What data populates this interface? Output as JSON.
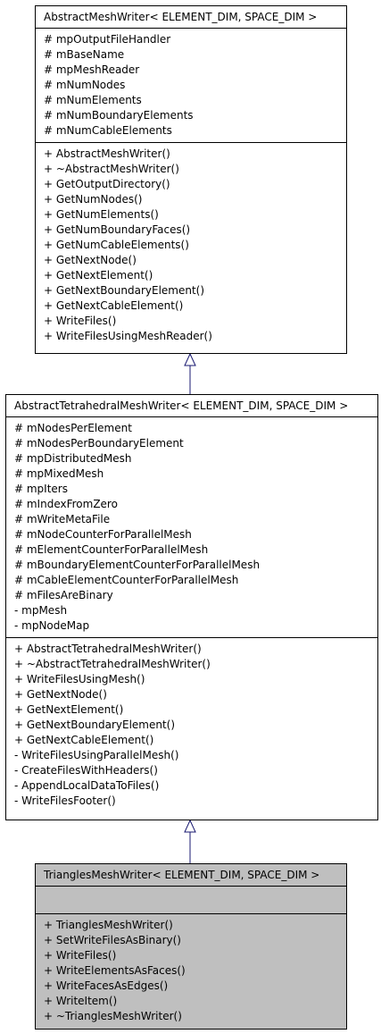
{
  "classes": [
    {
      "id": "abstract-mesh-writer",
      "name": "AbstractMeshWriter< ELEMENT_DIM, SPACE_DIM >",
      "attributes": [
        "# mpOutputFileHandler",
        "# mBaseName",
        "# mpMeshReader",
        "# mNumNodes",
        "# mNumElements",
        "# mNumBoundaryElements",
        "# mNumCableElements"
      ],
      "methods": [
        "+ AbstractMeshWriter()",
        "+ ~AbstractMeshWriter()",
        "+ GetOutputDirectory()",
        "+ GetNumNodes()",
        "+ GetNumElements()",
        "+ GetNumBoundaryFaces()",
        "+ GetNumCableElements()",
        "+ GetNextNode()",
        "+ GetNextElement()",
        "+ GetNextBoundaryElement()",
        "+ GetNextCableElement()",
        "+ WriteFiles()",
        "+ WriteFilesUsingMeshReader()"
      ]
    },
    {
      "id": "abstract-tetrahedral-mesh-writer",
      "name": "AbstractTetrahedralMeshWriter< ELEMENT_DIM, SPACE_DIM >",
      "attributes": [
        "# mNodesPerElement",
        "# mNodesPerBoundaryElement",
        "# mpDistributedMesh",
        "# mpMixedMesh",
        "# mpIters",
        "# mIndexFromZero",
        "# mWriteMetaFile",
        "# mNodeCounterForParallelMesh",
        "# mElementCounterForParallelMesh",
        "# mBoundaryElementCounterForParallelMesh",
        "# mCableElementCounterForParallelMesh",
        "# mFilesAreBinary",
        "- mpMesh",
        "- mpNodeMap"
      ],
      "methods": [
        "+ AbstractTetrahedralMeshWriter()",
        "+ ~AbstractTetrahedralMeshWriter()",
        "+ WriteFilesUsingMesh()",
        "+ GetNextNode()",
        "+ GetNextElement()",
        "+ GetNextBoundaryElement()",
        "+ GetNextCableElement()",
        "- WriteFilesUsingParallelMesh()",
        "- CreateFilesWithHeaders()",
        "- AppendLocalDataToFiles()",
        "- WriteFilesFooter()"
      ]
    },
    {
      "id": "triangles-mesh-writer",
      "name": "TrianglesMeshWriter< ELEMENT_DIM, SPACE_DIM >",
      "attributes": [],
      "methods": [
        "+ TrianglesMeshWriter()",
        "+ SetWriteFilesAsBinary()",
        "+ WriteFiles()",
        "+ WriteElementsAsFaces()",
        "+ WriteFacesAsEdges()",
        "+ WriteItem()",
        "+ ~TrianglesMeshWriter()"
      ]
    }
  ]
}
